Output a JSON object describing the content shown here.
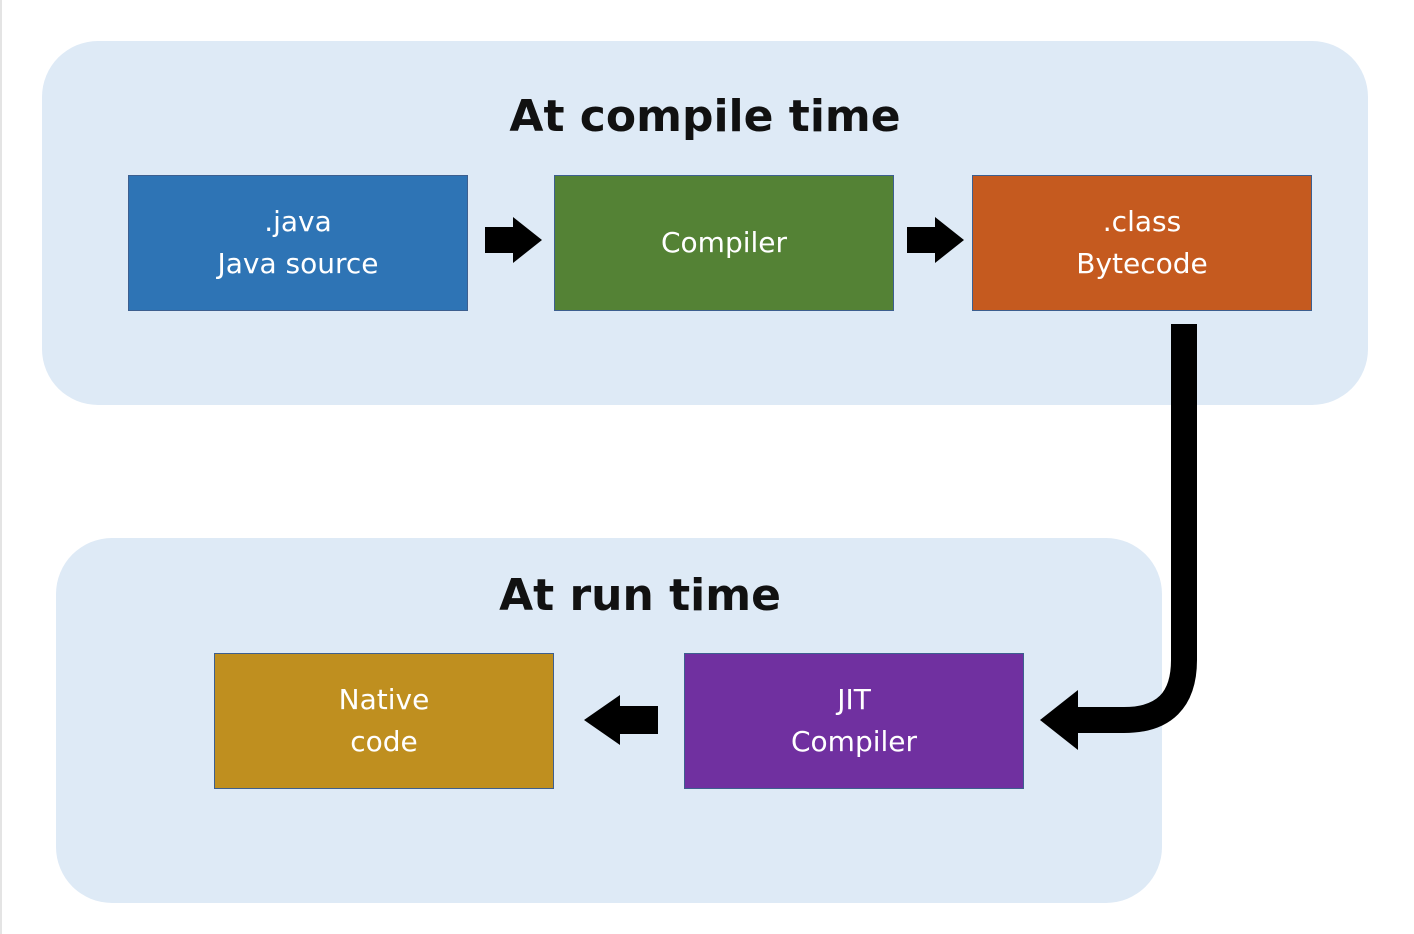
{
  "compile_stage": {
    "title": "At compile time",
    "steps": {
      "source": {
        "line1": ".java",
        "line2": "Java source",
        "color": "#2e74b5"
      },
      "compiler": {
        "line1": "Compiler",
        "color": "#548235"
      },
      "bytecode": {
        "line1": ".class",
        "line2": "Bytecode",
        "color": "#c55a1f"
      }
    }
  },
  "run_stage": {
    "title": "At run time",
    "steps": {
      "jit": {
        "line1": "JIT",
        "line2": "Compiler",
        "color": "#7030a0"
      },
      "native": {
        "line1": "Native",
        "line2": "code",
        "color": "#bf8f1f"
      }
    }
  },
  "colors": {
    "panel_background": "#deeaf6",
    "box_border": "#3d5f8f",
    "arrow": "#000000",
    "title_text": "#111111",
    "box_text": "#ffffff"
  }
}
